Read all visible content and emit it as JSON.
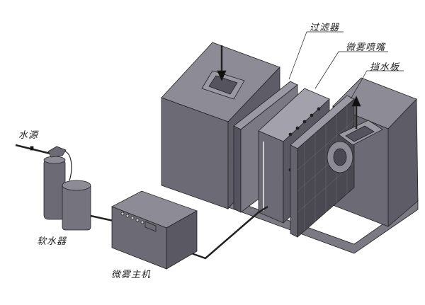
{
  "labels": {
    "filter": "过滤器",
    "nozzle": "微雾喷嘴",
    "baffle": "挡水板",
    "water_source": "水源",
    "softener": "软水器",
    "host": "微雾主机"
  },
  "colors": {
    "body": "#6f6e78",
    "dark": "#4e4d56",
    "light": "#8a8993",
    "line": "#222222"
  }
}
